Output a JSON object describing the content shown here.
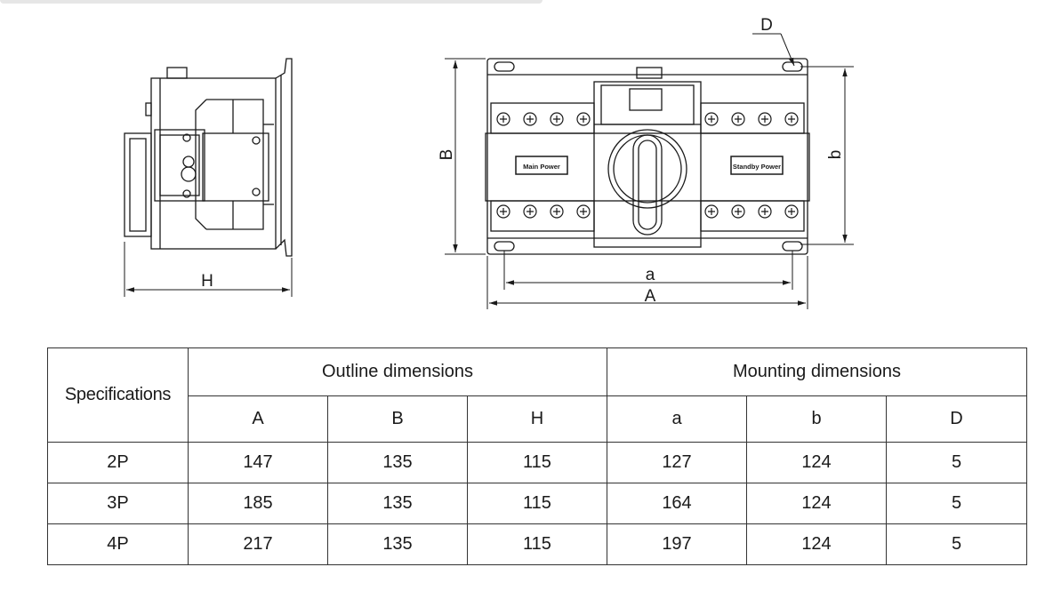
{
  "drawing": {
    "side_view": {
      "width_label": "H"
    },
    "front_view": {
      "height_label": "B",
      "mount_height_label": "b",
      "mount_width_label": "a",
      "width_label": "A",
      "hole_label": "D",
      "label_main": "Main Power",
      "label_standby": "Standby Power"
    }
  },
  "table": {
    "row_header": "Specifications",
    "groups": [
      {
        "label": "Outline dimensions"
      },
      {
        "label": "Mounting dimensions"
      }
    ],
    "columns": [
      "A",
      "B",
      "H",
      "a",
      "b",
      "D"
    ],
    "rows": [
      {
        "spec": "2P",
        "values": [
          "147",
          "135",
          "115",
          "127",
          "124",
          "5"
        ]
      },
      {
        "spec": "3P",
        "values": [
          "185",
          "135",
          "115",
          "164",
          "124",
          "5"
        ]
      },
      {
        "spec": "4P",
        "values": [
          "217",
          "135",
          "115",
          "197",
          "124",
          "5"
        ]
      }
    ]
  }
}
